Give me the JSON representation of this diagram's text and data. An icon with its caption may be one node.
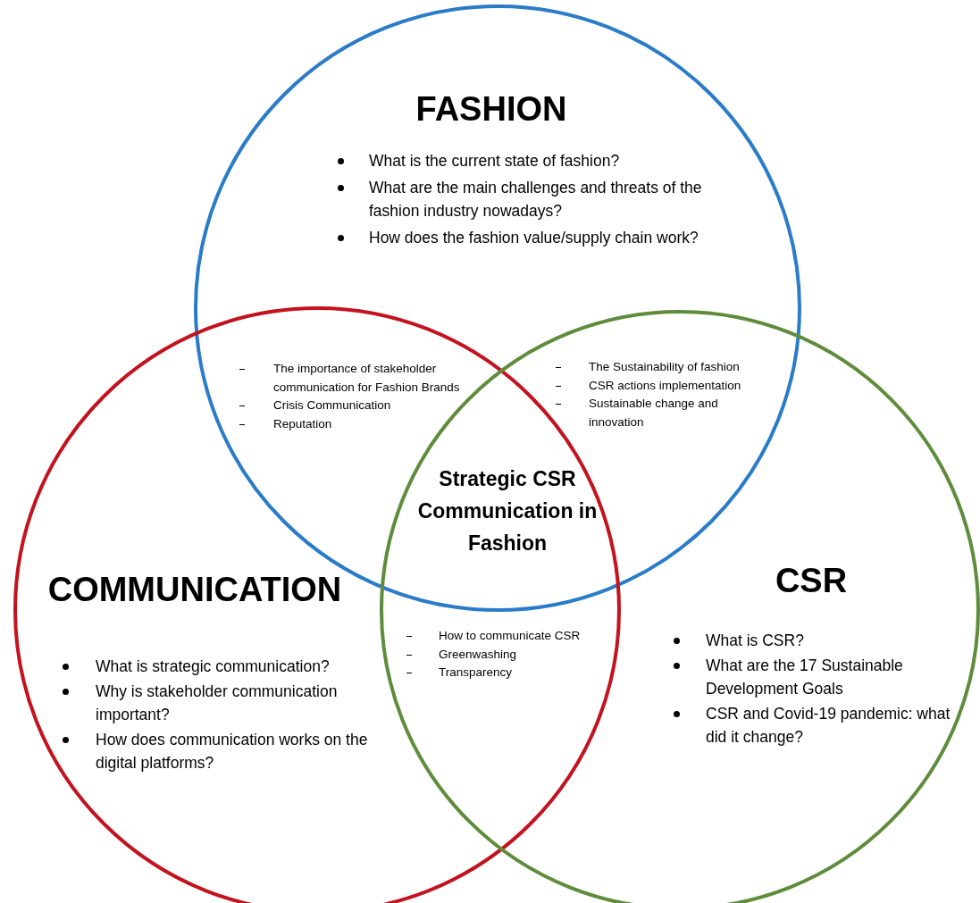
{
  "diagram": {
    "nodes": [
      {
        "text": [
          "FASHION",
          "What is the current state of fashion?",
          "What are the main challenges and threats of the fashion industry nowadays?",
          "How does the fashion value/supply chain work?"
        ]
      },
      {
        "text": [
          "COMMUNICATION",
          "What is strategic communication?",
          "Why is stakeholder communication important?",
          "How does communication works on the digital platforms?"
        ]
      },
      {
        "text": [
          "CSR",
          "What is CSR?",
          "What are the 17 Sustainable Development Goals",
          "CSR and Covid-19 pandemic: what did it change?"
        ]
      }
    ],
    "edges": [],
    "labels": [
      "The importance of stakeholder communication for Fashion Brands",
      "Crisis Communication",
      "Reputation",
      "The Sustainability of fashion",
      "CSR actions implementation",
      "Sustainable change and innovation",
      "Strategic CSR Communication in Fashion",
      "How to communicate CSR",
      "Greenwashing",
      "Transparency"
    ]
  }
}
